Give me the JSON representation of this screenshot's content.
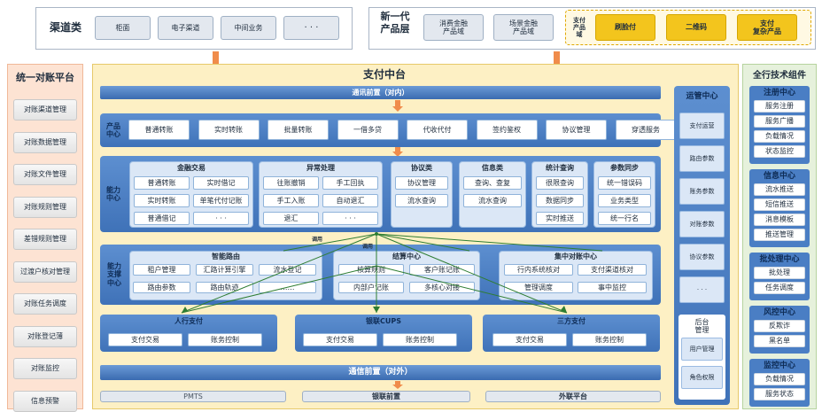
{
  "channel": {
    "title": "渠道类",
    "items": [
      "柜面",
      "电子渠道",
      "中间业务",
      "· · ·"
    ]
  },
  "new_products": {
    "title_line1": "新一代",
    "title_line2": "产品层",
    "items": [
      "消费金融\n产品域",
      "场景金融\n产品域"
    ],
    "payment_domain_label": "支付\n产品\n域",
    "payment_items": [
      "刷脸付",
      "二维码",
      "支付\n复杂产品"
    ]
  },
  "reconciliation": {
    "title": "统一对账平台",
    "items": [
      "对账渠道管理",
      "对账数据管理",
      "对账文件管理",
      "对账规则管理",
      "差错规则管理",
      "过渡户核对管理",
      "对账任务调度",
      "对账登记薄",
      "对账监控",
      "信息预警"
    ]
  },
  "center": {
    "title": "支付中台",
    "front_top": "通讯前置（对内）",
    "product_center_label": "产品\n中心",
    "products": [
      "普通转账",
      "实时转账",
      "批量转账",
      "一借多贷",
      "代收代付",
      "签约鉴权",
      "协议管理",
      "穿透服务"
    ],
    "capability_label": "能力\n中心",
    "capability_groups": [
      {
        "title": "金融交易",
        "items": [
          "普通转账",
          "实时借记",
          "实时转账",
          "单笔代付记账",
          "普通借记",
          "· · ·"
        ]
      },
      {
        "title": "异常处理",
        "items": [
          "往账撤销",
          "手工回执",
          "手工入账",
          "自动退汇",
          "退汇",
          "· · ·"
        ]
      },
      {
        "title": "协议类",
        "items": [
          "协议管理",
          "流水查询"
        ]
      },
      {
        "title": "信息类",
        "items": [
          "查询、查复",
          "流水查询"
        ]
      },
      {
        "title": "统计查询",
        "items": [
          "很限查询",
          "数据同步",
          "实时推送"
        ]
      },
      {
        "title": "参数同步",
        "items": [
          "统一错误码",
          "业务类型",
          "统一行名"
        ]
      }
    ],
    "support_label": "能力\n支撑\n中心",
    "smart_routing": {
      "title": "智能路由",
      "items": [
        "租户管理",
        "汇路计算引擎",
        "流水登记",
        "路由参数",
        "路由轨迹",
        "……"
      ]
    },
    "settlement": {
      "title": "结算中心",
      "items": [
        "核算规则",
        "客户账记账",
        "内部户记账",
        "多核心对接"
      ]
    },
    "centralized": {
      "title": "集中对账中心",
      "items": [
        "行内系统核对",
        "支付渠道核对",
        "管理调度",
        "事中监控"
      ]
    },
    "call_label_1": "调用",
    "call_label_2": "调用",
    "pbc": {
      "title": "人行支付",
      "items": [
        "支付交易",
        "账务控制"
      ]
    },
    "cups": {
      "title": "银联CUPS",
      "items": [
        "支付交易",
        "账务控制"
      ]
    },
    "third": {
      "title": "三方支付",
      "items": [
        "支付交易",
        "账务控制"
      ]
    },
    "front_bottom": "通信前置（对外）",
    "externals": [
      "PMTS",
      "银联前置",
      "外联平台"
    ]
  },
  "ops": {
    "title": "运管中心",
    "items": [
      "支付运营",
      "路由参数",
      "账务参数",
      "对账参数",
      "协议参数",
      "· · ·"
    ],
    "backoffice": {
      "title": "后台\n管理",
      "items": [
        "用户管理",
        "角色权限"
      ]
    }
  },
  "tech": {
    "title": "全行技术组件",
    "groups": [
      {
        "title": "注册中心",
        "items": [
          "服务注册",
          "服务广播",
          "负载情况",
          "状态监控"
        ]
      },
      {
        "title": "信息中心",
        "items": [
          "流水推送",
          "短信推送",
          "消息模板",
          "推送管理"
        ]
      },
      {
        "title": "批处理中心",
        "items": [
          "批处理",
          "任务调度"
        ]
      },
      {
        "title": "风控中心",
        "items": [
          "反欺诈",
          "黑名单"
        ]
      },
      {
        "title": "监控中心",
        "items": [
          "负载情况",
          "服务状态"
        ]
      }
    ]
  },
  "colors": {
    "center_bg": "#fdf0c4",
    "left_bg": "#fde3d3",
    "right_bg": "#e6f1dc",
    "blue": "#4a7ec4",
    "arrow": "#f08c4b",
    "connector": "#2e7d32"
  }
}
